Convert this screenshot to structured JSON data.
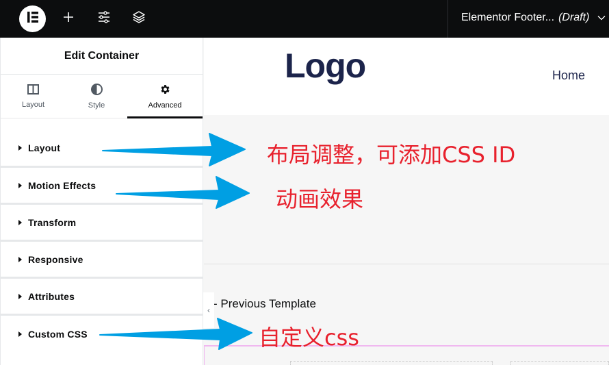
{
  "topbar": {
    "logo_icon": "elementor-logo-icon",
    "add_icon": "plus-icon",
    "settings_icon": "sliders-icon",
    "structure_icon": "layers-icon",
    "document_title": "Elementor Footer...",
    "document_status": "(Draft)",
    "chevron": "chevron-down-icon"
  },
  "panel": {
    "title": "Edit Container",
    "tabs": [
      {
        "label": "Layout",
        "icon": "columns-icon",
        "active": false
      },
      {
        "label": "Style",
        "icon": "half-circle-icon",
        "active": false
      },
      {
        "label": "Advanced",
        "icon": "gear-icon",
        "active": true
      }
    ],
    "sections": [
      {
        "label": "Layout"
      },
      {
        "label": "Motion Effects"
      },
      {
        "label": "Transform"
      },
      {
        "label": "Responsive"
      },
      {
        "label": "Attributes"
      },
      {
        "label": "Custom CSS"
      }
    ],
    "collapse_glyph": "‹"
  },
  "canvas": {
    "logo_text": "Logo",
    "nav_item": "Home",
    "previous_template": "- Previous Template"
  },
  "annotations": {
    "layout_note": "布局调整，可添加CSS ID",
    "motion_note": "动画效果",
    "css_note": "自定义css",
    "arrow_color": "#009fe3",
    "text_color": "#e8212d"
  }
}
